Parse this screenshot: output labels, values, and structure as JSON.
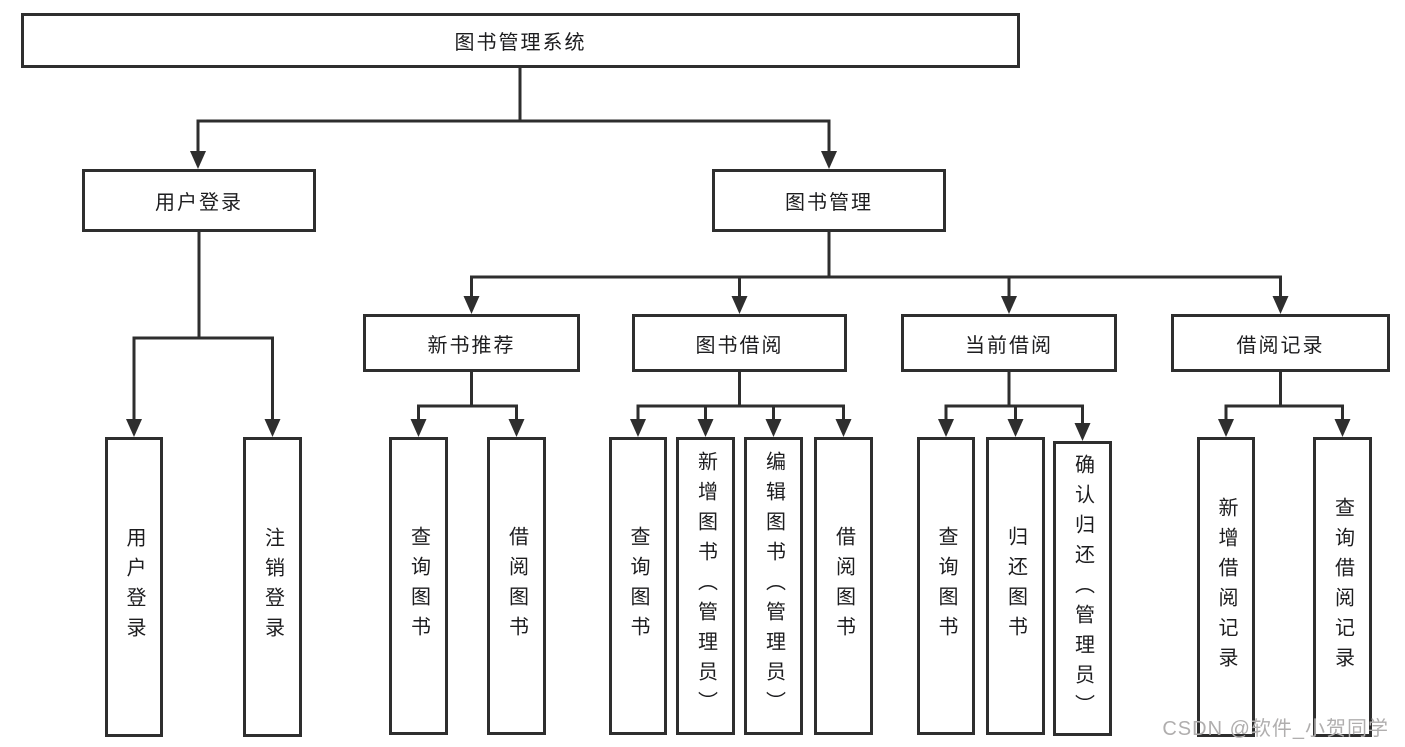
{
  "diagram": {
    "root": {
      "id": "root",
      "label": "图书管理系统",
      "children": [
        {
          "id": "user-login",
          "label": "用户登录",
          "children": [
            {
              "id": "leaf-user-login",
              "label": "用户登录"
            },
            {
              "id": "leaf-logout",
              "label": "注销登录"
            }
          ]
        },
        {
          "id": "book-mgmt",
          "label": "图书管理",
          "children": [
            {
              "id": "new-book-rec",
              "label": "新书推荐",
              "children": [
                {
                  "id": "leaf-query-1",
                  "label": "查询图书"
                },
                {
                  "id": "leaf-borrow-1",
                  "label": "借阅图书"
                }
              ]
            },
            {
              "id": "book-borrow",
              "label": "图书借阅",
              "children": [
                {
                  "id": "leaf-query-2",
                  "label": "查询图书"
                },
                {
                  "id": "leaf-add-admin",
                  "label": "新增图书（管理员）"
                },
                {
                  "id": "leaf-edit-admin",
                  "label": "编辑图书（管理员）"
                },
                {
                  "id": "leaf-borrow-2",
                  "label": "借阅图书"
                }
              ]
            },
            {
              "id": "current-borrow",
              "label": "当前借阅",
              "children": [
                {
                  "id": "leaf-query-3",
                  "label": "查询图书"
                },
                {
                  "id": "leaf-return",
                  "label": "归还图书"
                },
                {
                  "id": "leaf-confirm-admin",
                  "label": "确认归还（管理员）"
                }
              ]
            },
            {
              "id": "borrow-records",
              "label": "借阅记录",
              "children": [
                {
                  "id": "leaf-add-record",
                  "label": "新增借阅记录"
                },
                {
                  "id": "leaf-query-record",
                  "label": "查询借阅记录"
                }
              ]
            }
          ]
        }
      ]
    }
  },
  "watermark": "CSDN @软件_小贺同学",
  "colors": {
    "line": "#2e2e2e",
    "text": "#1d1d1f",
    "watermark": "#b0aeae",
    "background": "#ffffff"
  }
}
